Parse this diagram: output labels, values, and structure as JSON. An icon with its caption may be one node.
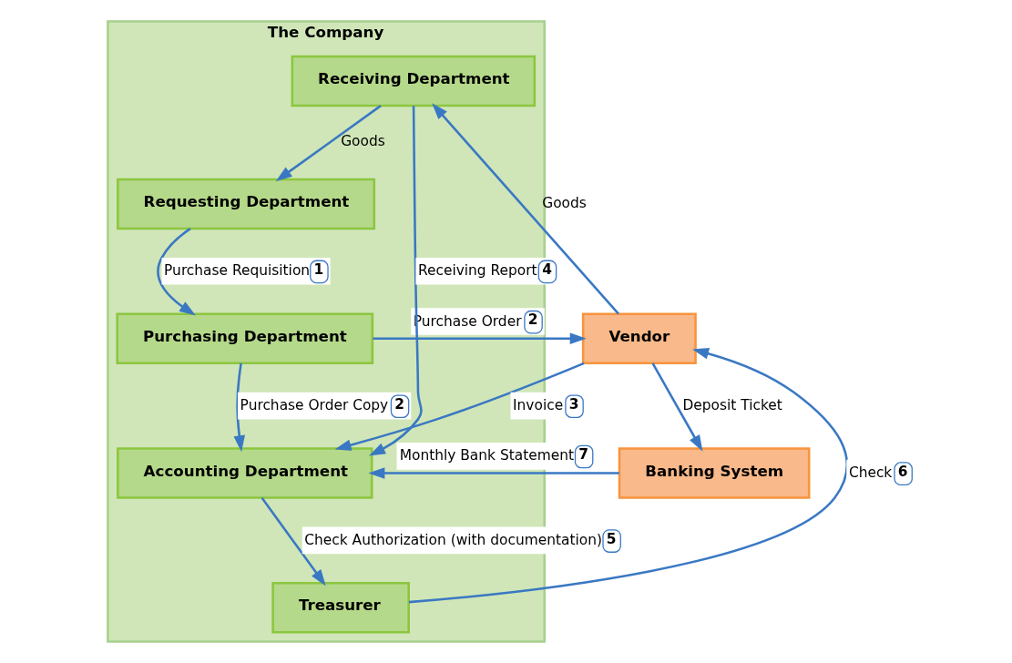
{
  "diagram": {
    "nodes": [
      {
        "text": [
          "Vendor"
        ]
      },
      {
        "text": [
          "Banking System"
        ]
      },
      {
        "text": [
          "The Company"
        ]
      },
      {
        "text": [
          "Purchasing Department"
        ],
        "in": 2
      },
      {
        "text": [
          "Requesting Department"
        ],
        "in": 2
      },
      {
        "text": [
          "Receiving Department"
        ],
        "in": 2
      },
      {
        "text": [
          "Accounting Department"
        ],
        "in": 2
      },
      {
        "text": [
          "Treasurer"
        ],
        "in": 2
      }
    ],
    "edges": [
      {
        "from": 7,
        "to": 0,
        "arrow": "to",
        "label": "Check"
      },
      {
        "from": 0,
        "to": 1,
        "arrow": "to",
        "label": "Deposit Ticket"
      },
      {
        "from": 0,
        "to": 6,
        "arrow": "to",
        "label": "Invoice"
      },
      {
        "from": 0,
        "to": 5,
        "arrow": "to",
        "label": "Goods"
      },
      {
        "from": 3,
        "to": 0,
        "arrow": "to",
        "label": "Purchase Order"
      },
      {
        "from": 4,
        "to": 3,
        "arrow": "to",
        "label": "Purchase Requisition"
      },
      {
        "from": 5,
        "to": 4,
        "arrow": "to",
        "label": "Goods"
      },
      {
        "from": 3,
        "to": 6,
        "arrow": "to",
        "label": "Purchase Order Copy"
      },
      {
        "from": 5,
        "to": 6,
        "arrow": "to",
        "label": "Receiving Report"
      },
      {
        "from": 6,
        "to": 7,
        "arrow": "to",
        "label": "Check Authorization (with documentation)"
      },
      {
        "from": 1,
        "to": 6,
        "arrow": "to",
        "label": "Monthly Bank Statement"
      }
    ],
    "labels": [
      "6",
      "3",
      "2",
      "1",
      "2",
      "4",
      "5",
      "7"
    ]
  }
}
